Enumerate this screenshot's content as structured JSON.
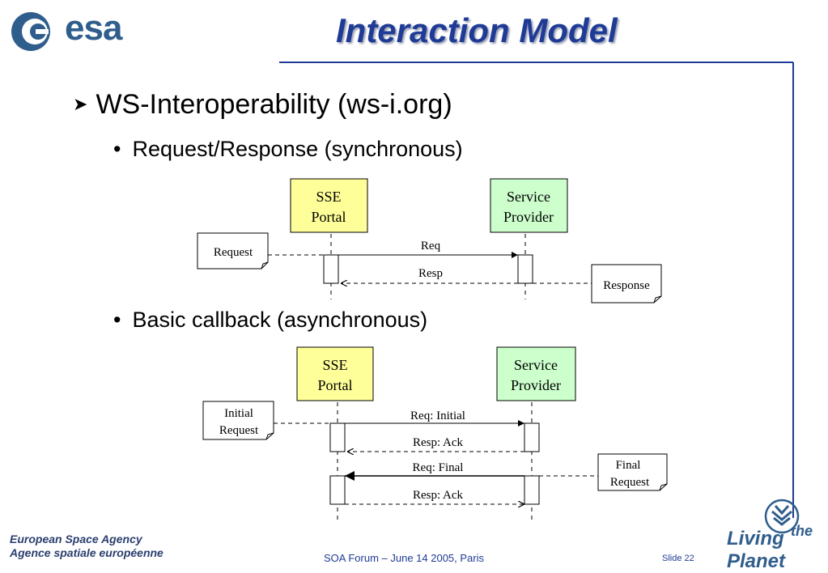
{
  "header": {
    "logo_text": "esa",
    "title": "Interaction Model"
  },
  "content": {
    "bullet": "WS-Interoperability (ws-i.org)",
    "sub1": "Request/Response (synchronous)",
    "sub2": "Basic callback (asynchronous)"
  },
  "diagram1": {
    "left_box": [
      "SSE",
      "Portal"
    ],
    "right_box": [
      "Service",
      "Provider"
    ],
    "left_note": "Request",
    "right_note": "Response",
    "msg_req": "Req",
    "msg_resp": "Resp"
  },
  "diagram2": {
    "left_box": [
      "SSE",
      "Portal"
    ],
    "right_box": [
      "Service",
      "Provider"
    ],
    "left_note": [
      "Initial",
      "Request"
    ],
    "right_note": [
      "Final",
      "Request"
    ],
    "msg1": "Req: Initial",
    "msg2": "Resp: Ack",
    "msg3": "Req: Final",
    "msg4": "Resp: Ack"
  },
  "footer": {
    "agency_en": "European Space Agency",
    "agency_fr": "Agence spatiale européenne",
    "event": "SOA Forum – June 14 2005, Paris",
    "slide": "Slide 22",
    "brand_the": "the",
    "brand_living": "Living Planet"
  },
  "colors": {
    "title": "#1f3b95",
    "portal_fill": "#ffff99",
    "provider_fill": "#ccffcc",
    "frame_line": "#1f3b95"
  }
}
